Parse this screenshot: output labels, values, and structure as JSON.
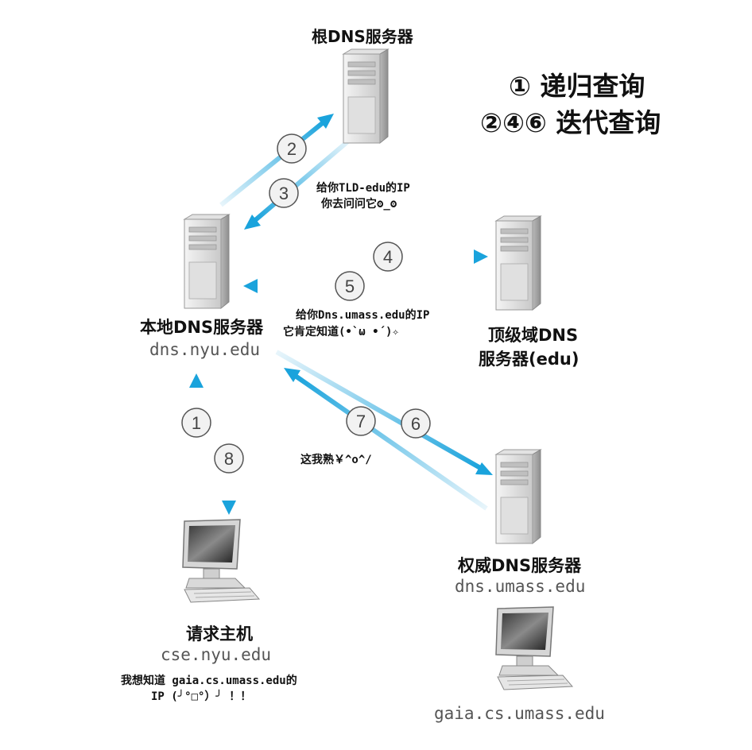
{
  "nodes": {
    "root": {
      "name": "根DNS服务器"
    },
    "local": {
      "name": "本地DNS服务器",
      "host": "dns.nyu.edu"
    },
    "tld": {
      "name_line1": "顶级域DNS",
      "name_line2": "服务器(edu)"
    },
    "auth": {
      "name": "权威DNS服务器",
      "host": "dns.umass.edu"
    },
    "requester": {
      "name": "请求主机",
      "host": "cse.nyu.edu"
    },
    "target": {
      "host": "gaia.cs.umass.edu"
    }
  },
  "legend": {
    "recursive": "① 递归查询",
    "iterative": "②④⑥ 迭代查询"
  },
  "notes": {
    "root_reply_line1": "给你TLD-edu的IP",
    "root_reply_line2": "你去问问它ʘ_ʘ",
    "tld_reply_line1": "给你Dns.umass.edu的IP",
    "tld_reply_line2": "它肯定知道(•̀ ω •́ )✧",
    "auth_reply": "这我熟￥^o^/",
    "request_line1": "我想知道 gaia.cs.umass.edu的",
    "request_line2": "IP (╯°□°）╯ ！！"
  },
  "steps": [
    "1",
    "2",
    "3",
    "4",
    "5",
    "6",
    "7",
    "8"
  ],
  "colors": {
    "arrow": "#1aa3dc",
    "arrow_fade": "#cdeaf7",
    "circle_fill": "#f2f2f2",
    "server": "#d8d8d8"
  }
}
